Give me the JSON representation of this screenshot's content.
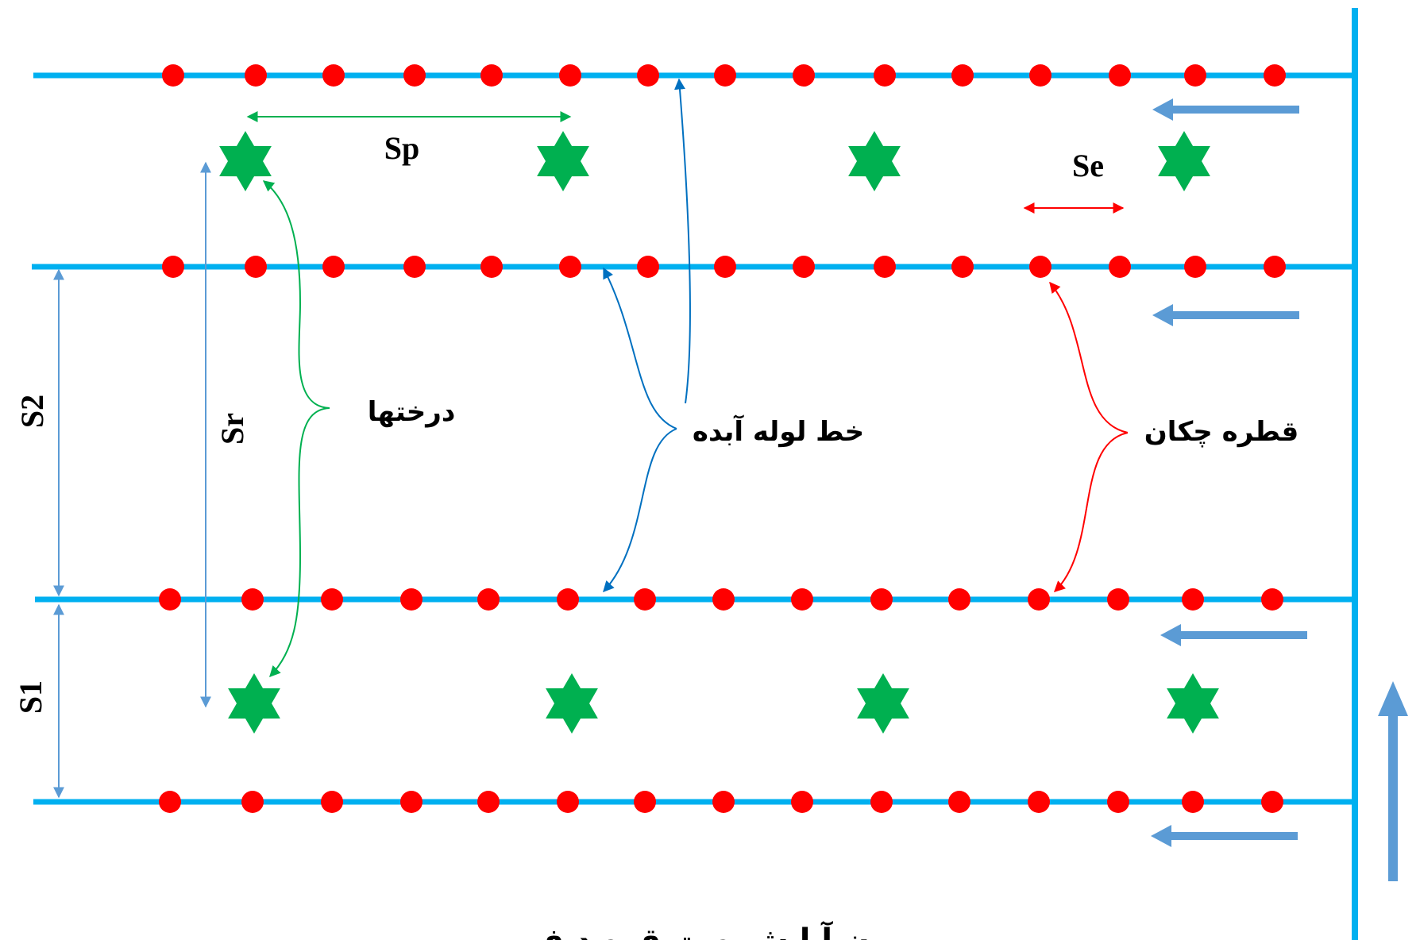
{
  "colors": {
    "pipe": "#00b0f0",
    "emitter": "#ff0000",
    "tree": "#00b050",
    "flow_arrow": "#5b9bd5",
    "tree_callout": "#00b050",
    "pipe_callout": "#0070c0",
    "emitter_callout": "#ff0000",
    "dimension": "#5b9bd5"
  },
  "icons": {
    "emitter": "red-dot-icon",
    "tree": "green-star-icon",
    "flow": "left-arrow-icon"
  },
  "labels": {
    "sp": "Sp",
    "se": "Se",
    "sr": "Sr",
    "s1": "S1",
    "s2": "S2",
    "trees": "درختها",
    "lateral_pipe": "خط لوله آبده",
    "emitter": "قطره چکان",
    "caption": "ن آ ا ش ه ت ق ه د ف"
  }
}
